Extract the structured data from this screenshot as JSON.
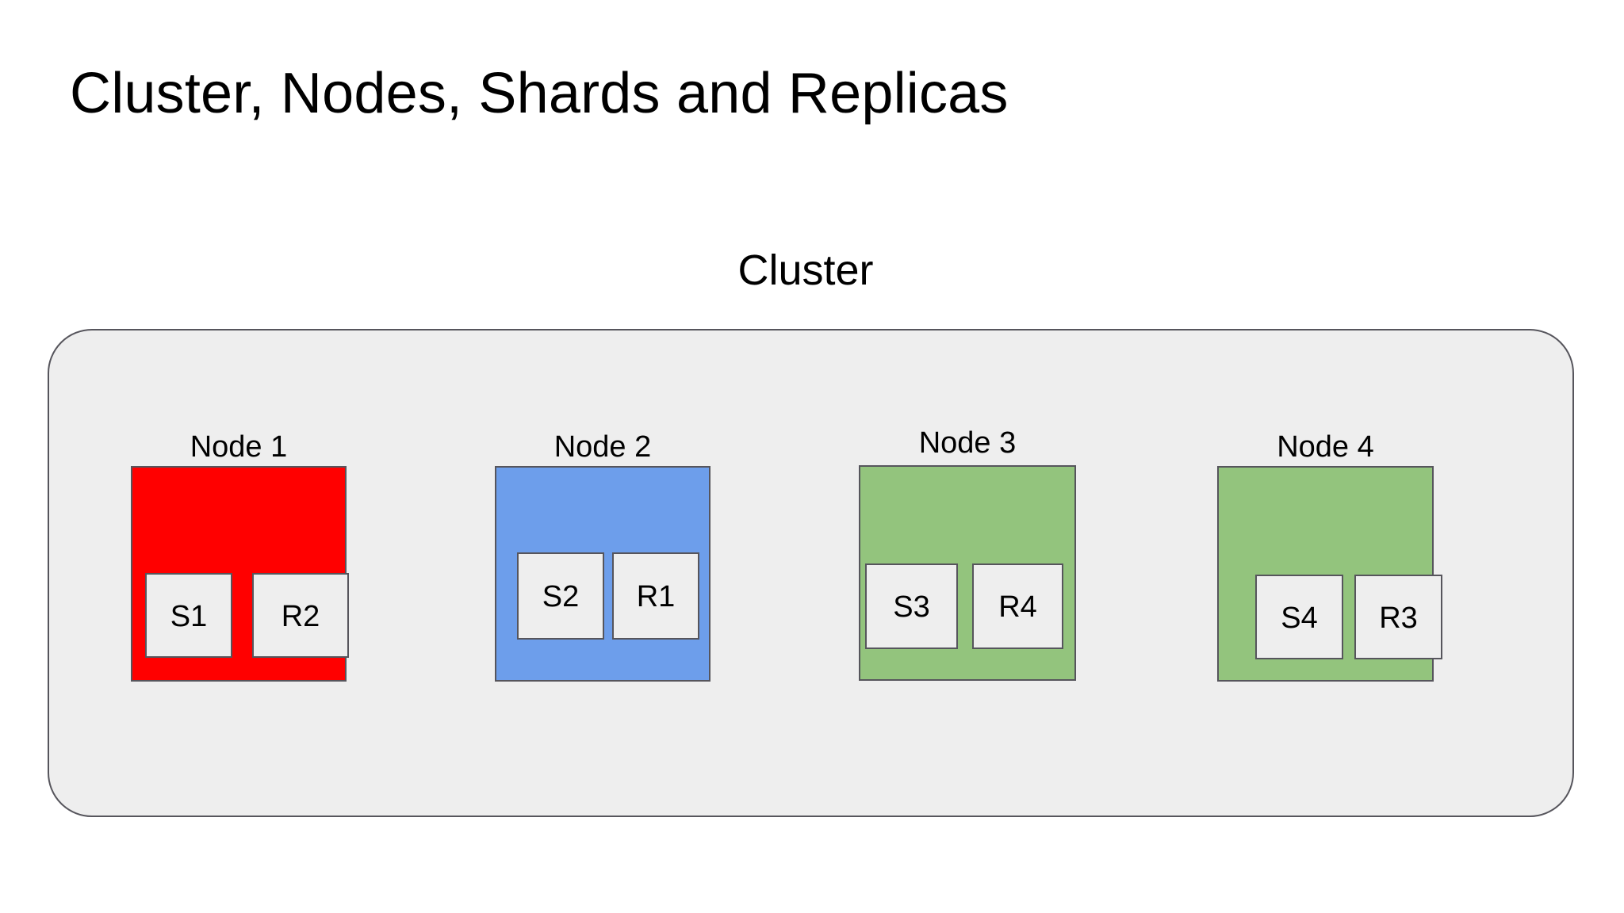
{
  "slide": {
    "title": "Cluster, Nodes, Shards and Replicas"
  },
  "cluster": {
    "caption": "Cluster",
    "background_color": "#eeeeee",
    "border_color": "#56555c",
    "nodes": [
      {
        "label": "Node 1",
        "color": "#ff0000",
        "color_name": "red",
        "tiles": [
          {
            "label": "S1",
            "kind": "shard"
          },
          {
            "label": "R2",
            "kind": "replica"
          }
        ]
      },
      {
        "label": "Node 2",
        "color": "#6d9eeb",
        "color_name": "blue",
        "tiles": [
          {
            "label": "S2",
            "kind": "shard"
          },
          {
            "label": "R1",
            "kind": "replica"
          }
        ]
      },
      {
        "label": "Node 3",
        "color": "#93c47d",
        "color_name": "green",
        "tiles": [
          {
            "label": "S3",
            "kind": "shard"
          },
          {
            "label": "R4",
            "kind": "replica"
          }
        ]
      },
      {
        "label": "Node 4",
        "color": "#93c47d",
        "color_name": "green",
        "tiles": [
          {
            "label": "S4",
            "kind": "shard"
          },
          {
            "label": "R3",
            "kind": "replica"
          }
        ]
      }
    ]
  }
}
